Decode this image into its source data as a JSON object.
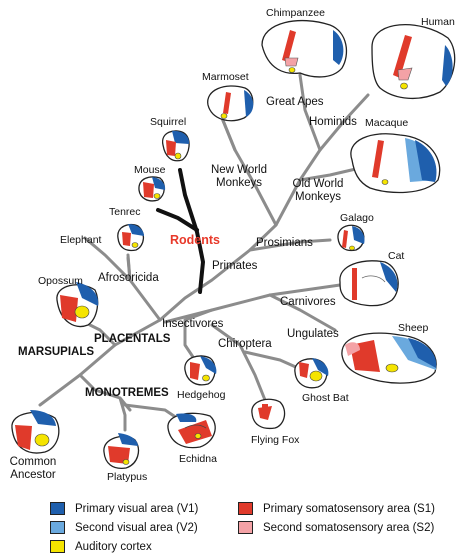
{
  "colors": {
    "primary_visual": "#1f5fad",
    "second_visual": "#6aa9de",
    "auditory": "#f5e400",
    "primary_somatosensory": "#e03a2b",
    "second_somatosensory": "#f4a2a6",
    "branch": "#8c8c8c",
    "rodent_branch": "#111111",
    "rodent_label": "#e8392a"
  },
  "species": {
    "chimpanzee": "Chimpanzee",
    "human": "Human",
    "marmoset": "Marmoset",
    "squirrel": "Squirrel",
    "mouse": "Mouse",
    "macaque": "Macaque",
    "tenrec": "Tenrec",
    "elephant": "Elephant",
    "galago": "Galago",
    "cat": "Cat",
    "opossum": "Opossum",
    "sheep": "Sheep",
    "hedgehog": "Hedgehog",
    "ghost_bat": "Ghost Bat",
    "flying_fox": "Flying Fox",
    "platypus": "Platypus",
    "echidna": "Echidna",
    "common_ancestor_1": "Common",
    "common_ancestor_2": "Ancestor"
  },
  "clades": {
    "great_apes": "Great Apes",
    "hominids": "Hominids",
    "new_world_1": "New World",
    "new_world_2": "Monkeys",
    "old_world_1": "Old World",
    "old_world_2": "Monkeys",
    "rodents": "Rodents",
    "prosimians": "Prosimians",
    "primates": "Primates",
    "afrosoricida": "Afrosoricida",
    "carnivores": "Carnivores",
    "insectivores": "Insectivores",
    "ungulates": "Ungulates",
    "chiroptera": "Chiroptera",
    "placentals": "PLACENTALS",
    "marsupials": "MARSUPIALS",
    "monotremes": "MONOTREMES"
  },
  "legend": [
    {
      "label": "Primary visual area (V1)",
      "color_key": "primary_visual"
    },
    {
      "label": "Primary somatosensory area (S1)",
      "color_key": "primary_somatosensory"
    },
    {
      "label": "Second visual area (V2)",
      "color_key": "second_visual"
    },
    {
      "label": "Second somatosensory area (S2)",
      "color_key": "second_somatosensory"
    },
    {
      "label": "Auditory cortex",
      "color_key": "auditory"
    }
  ]
}
